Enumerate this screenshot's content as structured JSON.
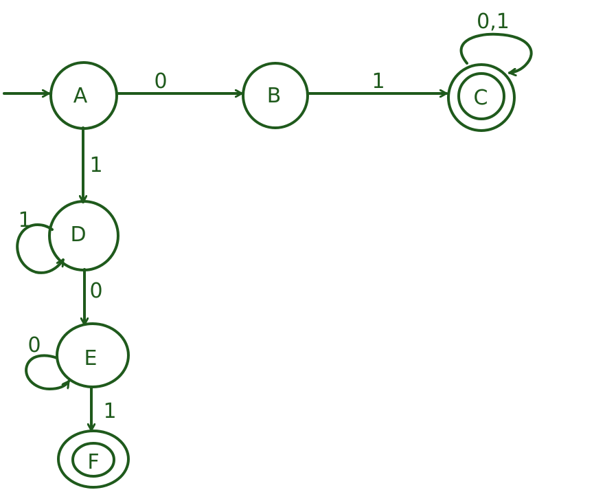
{
  "diagram": {
    "color": "#1f5a1c",
    "states": [
      {
        "id": "A",
        "label": "A",
        "accepting": false,
        "initial": true
      },
      {
        "id": "B",
        "label": "B",
        "accepting": false,
        "initial": false
      },
      {
        "id": "C",
        "label": "C",
        "accepting": true,
        "initial": false
      },
      {
        "id": "D",
        "label": "D",
        "accepting": false,
        "initial": false
      },
      {
        "id": "E",
        "label": "E",
        "accepting": false,
        "initial": false
      },
      {
        "id": "F",
        "label": "F",
        "accepting": true,
        "initial": false
      }
    ],
    "transitions": [
      {
        "from": "A",
        "to": "B",
        "label": "0"
      },
      {
        "from": "B",
        "to": "C",
        "label": "1"
      },
      {
        "from": "C",
        "to": "C",
        "label": "0,1"
      },
      {
        "from": "A",
        "to": "D",
        "label": "1"
      },
      {
        "from": "D",
        "to": "D",
        "label": "1"
      },
      {
        "from": "D",
        "to": "E",
        "label": "0"
      },
      {
        "from": "E",
        "to": "E",
        "label": "0"
      },
      {
        "from": "E",
        "to": "F",
        "label": "1"
      }
    ]
  }
}
